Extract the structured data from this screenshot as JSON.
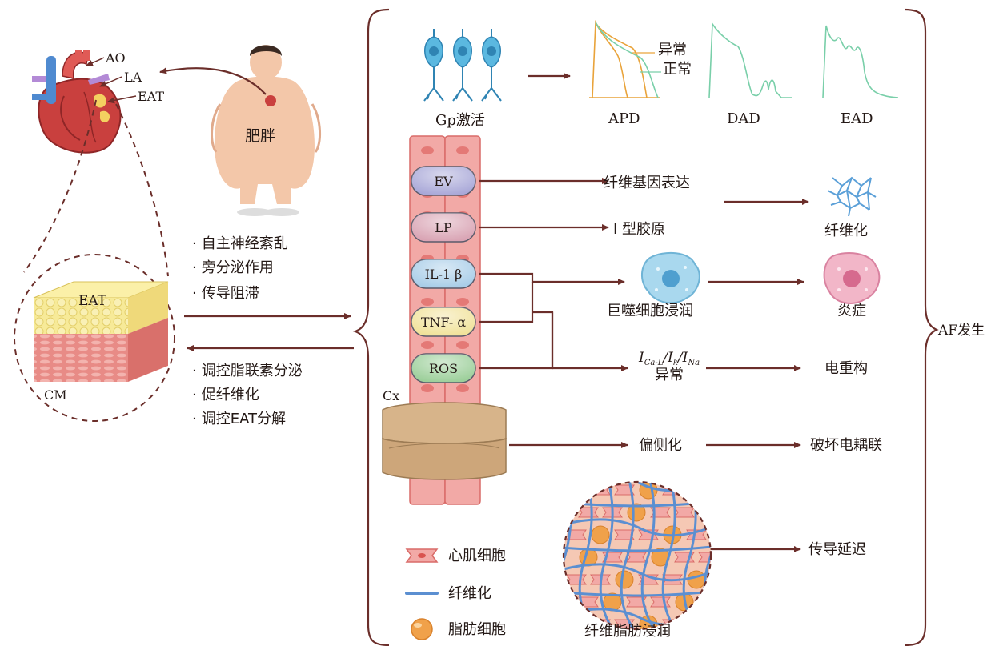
{
  "left": {
    "heart_labels": {
      "ao": "AO",
      "la": "LA",
      "eat": "EAT"
    },
    "obesity_label": "肥胖",
    "tissue_eat_label": "EAT",
    "cm_label": "CM",
    "forward_effects": [
      "自主神经紊乱",
      "旁分泌作用",
      "传导阻滞"
    ],
    "feedback_effects": [
      "调控脂联素分泌",
      "促纤维化",
      "调控EAT分解"
    ],
    "bullet": "·"
  },
  "top_row": {
    "gp_label": "Gp激活",
    "apd_label": "APD",
    "dad_label": "DAD",
    "ead_label": "EAD",
    "abnormal": "异常",
    "normal": "正常"
  },
  "factors": [
    {
      "label": "EV",
      "color": "#a9a8d8"
    },
    {
      "label": "LP",
      "color": "#d9a4b4"
    },
    {
      "label": "IL-1 β",
      "color": "#a8cde8"
    },
    {
      "label": "TNF- α",
      "color": "#f1e29a"
    },
    {
      "label": "ROS",
      "color": "#9ccf9a"
    }
  ],
  "outcomes": {
    "fibro_gene": "纤维基因表达",
    "collagen": "Ⅰ 型胶原",
    "fibrosis": "纤维化",
    "macrophage": "巨噬细胞浸润",
    "inflammation": "炎症",
    "ion_currents": "I",
    "ion_sub_cal": "Ca-L",
    "ion_sub_k": "k",
    "ion_sub_na": "Na",
    "ion_sep": "/",
    "ion_abnormal": "异常",
    "remodeling": "电重构",
    "lateralization": "偏侧化",
    "uncoupling": "破坏电耦联",
    "conduction_delay": "传导延迟",
    "fibrofatty": "纤维脂肪浸润",
    "cx_label": "Cx",
    "af": "AF发生"
  },
  "legend": [
    {
      "label": "心肌细胞",
      "icon": "cardiomyocyte-icon"
    },
    {
      "label": "纤维化",
      "icon": "fibrosis-line-icon"
    },
    {
      "label": "脂肪细胞",
      "icon": "adipocyte-icon"
    }
  ],
  "colors": {
    "arrow": "#6b2e2a",
    "brace": "#6b2e2a",
    "apd_abnormal": "#e9a33a",
    "apd_normal": "#79cfa9",
    "trace": "#79cfa9",
    "cell_pink": "#ef9f9c",
    "fibrosis_blue": "#5b8fd1",
    "adipocyte": "#f0a14a"
  }
}
